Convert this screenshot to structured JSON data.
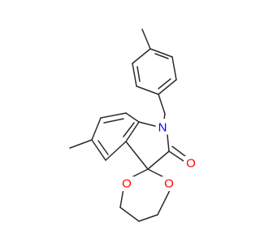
{
  "molecule": {
    "atoms": [
      {
        "id": "N1",
        "symbol": "N",
        "color": "#0000ff"
      },
      {
        "id": "O_carbonyl",
        "symbol": "O",
        "color": "#ff0000"
      },
      {
        "id": "O_ring_left",
        "symbol": "O",
        "color": "#ff0000"
      },
      {
        "id": "O_ring_right",
        "symbol": "O",
        "color": "#ff0000"
      }
    ],
    "bond_color": "#2b2b2b"
  }
}
